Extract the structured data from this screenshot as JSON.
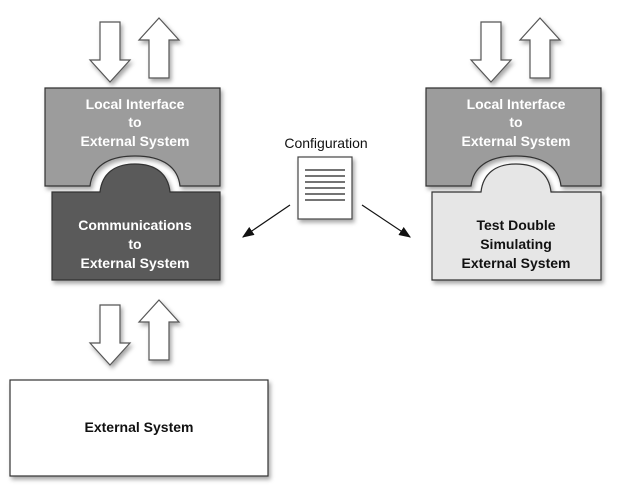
{
  "config_label": "Configuration",
  "left_local": [
    "Local Interface",
    "to",
    "External System"
  ],
  "left_comm": [
    "Communications",
    "to",
    "External System"
  ],
  "external": "External System",
  "right_local": [
    "Local Interface",
    "to",
    "External System"
  ],
  "right_double": [
    "Test Double",
    "Simulating",
    "External System"
  ],
  "colors": {
    "local_fill": "#9c9c9c",
    "comm_fill": "#5a5a5a",
    "double_fill": "#e6e6e6",
    "external_fill": "#ffffff",
    "stroke": "#333333"
  }
}
